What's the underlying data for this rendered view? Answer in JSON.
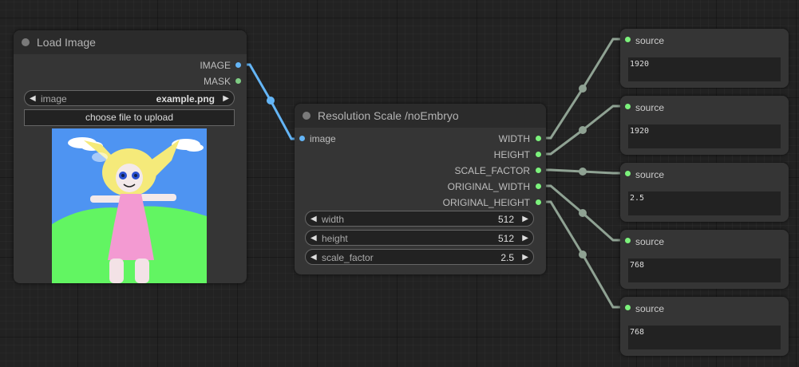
{
  "load_image": {
    "title": "Load Image",
    "outputs": [
      "IMAGE",
      "MASK"
    ],
    "image_widget": {
      "label": "image",
      "value": "example.png"
    },
    "upload_label": "choose file to upload"
  },
  "resolution_scale": {
    "title": "Resolution Scale /noEmbryo",
    "input": "image",
    "outputs": [
      "WIDTH",
      "HEIGHT",
      "SCALE_FACTOR",
      "ORIGINAL_WIDTH",
      "ORIGINAL_HEIGHT"
    ],
    "widgets": [
      {
        "label": "width",
        "value": "512"
      },
      {
        "label": "height",
        "value": "512"
      },
      {
        "label": "scale_factor",
        "value": "2.5"
      }
    ]
  },
  "source_nodes": [
    {
      "title": "source",
      "value": "1920"
    },
    {
      "title": "source",
      "value": "1920"
    },
    {
      "title": "source",
      "value": "2.5"
    },
    {
      "title": "source",
      "value": "768"
    },
    {
      "title": "source",
      "value": "768"
    }
  ],
  "colors": {
    "canvas": "#222222",
    "node_body": "#353535",
    "node_title": "#2b2b2b",
    "image_link": "#64b5f6",
    "int_link": "#8fa293",
    "output_dot_green": "#7cf27c",
    "mask_dot": "#7fcc84"
  }
}
